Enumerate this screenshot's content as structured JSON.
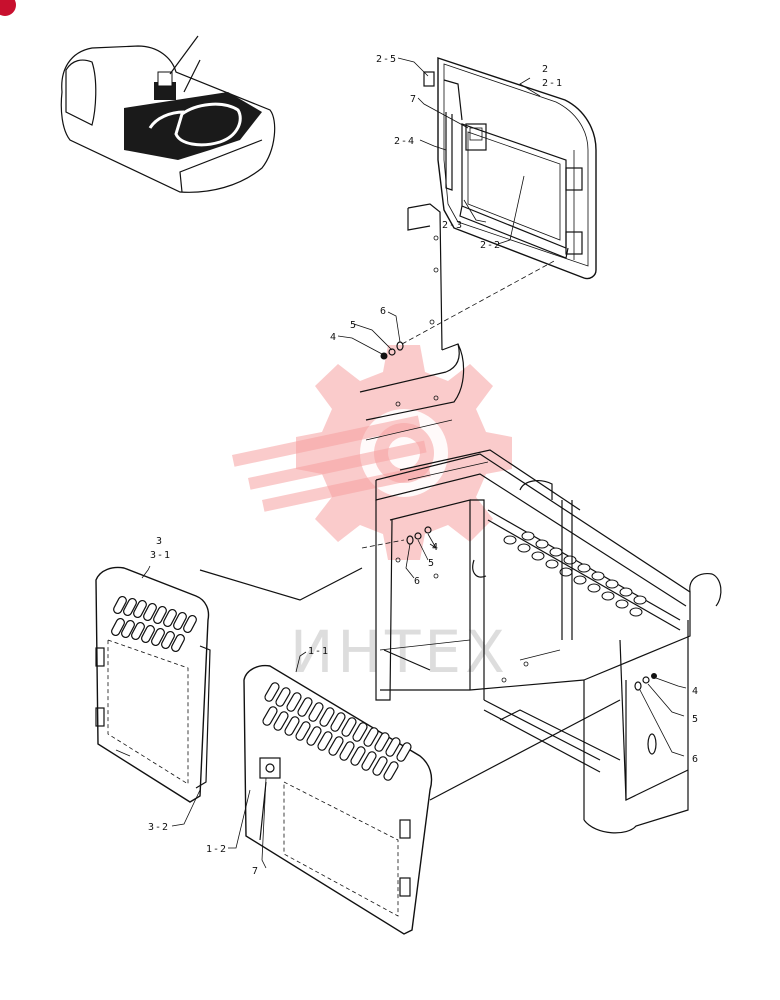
{
  "labels": {
    "l_2_5": "2-5",
    "l_2": "2",
    "l_2_1": "2-1",
    "l_7_top": "7",
    "l_2_4": "2-4",
    "l_2_3": "2-3",
    "l_2_2": "2-2",
    "l_6_mid": "6",
    "l_5_mid": "5",
    "l_4_mid": "4",
    "l_4_frame": "4",
    "l_5_frame": "5",
    "l_6_frame": "6",
    "l_3": "3",
    "l_3_1": "3-1",
    "l_1_1": "1-1",
    "l_4_right": "4",
    "l_5_right": "5",
    "l_6_right": "6",
    "l_3_2": "3-2",
    "l_1_2": "1-2",
    "l_7_bottom": "7"
  },
  "watermark": {
    "text": "ИНТЕХ"
  },
  "colors": {
    "line": "#111111",
    "watermark": "#f5a0a0",
    "corner_badge": "#c8102e"
  }
}
